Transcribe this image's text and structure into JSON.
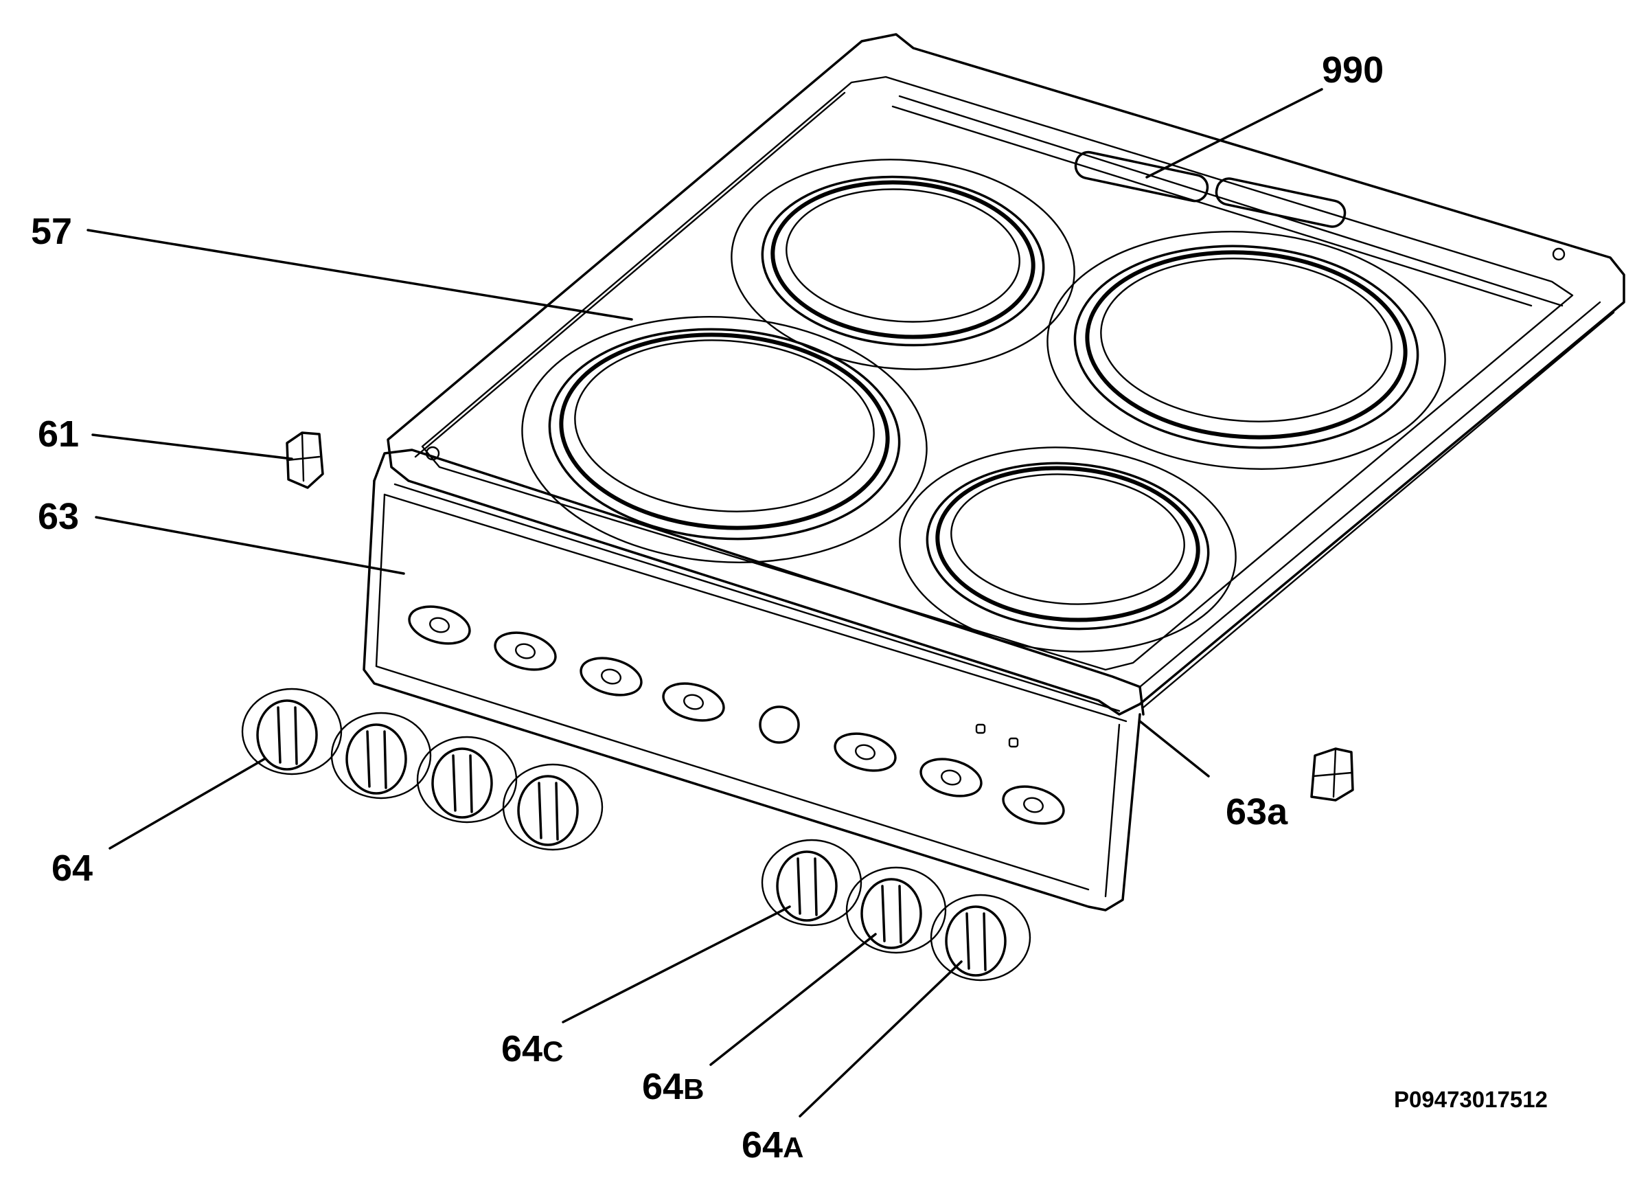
{
  "diagram": {
    "code": "P09473017512",
    "labels": {
      "l990": "990",
      "l57": "57",
      "l61": "61",
      "l63": "63",
      "l63a": "63a",
      "l64": "64",
      "l64c_num": "64",
      "l64c_sub": "C",
      "l64b_num": "64",
      "l64b_sub": "B",
      "l64a_num": "64",
      "l64a_sub": "A"
    }
  }
}
